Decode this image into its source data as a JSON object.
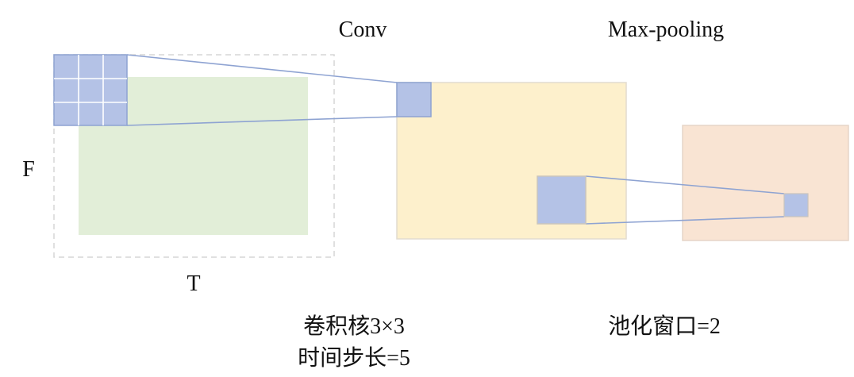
{
  "labels": {
    "conv": "Conv",
    "maxpool": "Max-pooling",
    "f_axis": "F",
    "t_axis": "T",
    "conv_note_line1": "卷积核3×3",
    "conv_note_line2": "时间步长=5",
    "pool_note": "池化窗口=2"
  },
  "colors": {
    "input_green": "#e2eed8",
    "kernel_blue": "#b4c2e6",
    "kernel_border": "#8ea3d2",
    "link_line": "#8ea3d2",
    "feature_yellow": "#fdf0cc",
    "feature_border": "#e2dccf",
    "pooled_orange": "#f9e4d3",
    "pooled_border": "#e6d5c8",
    "dashed_border": "#d6d6d6"
  },
  "kernel": {
    "rows": 3,
    "cols": 3
  }
}
